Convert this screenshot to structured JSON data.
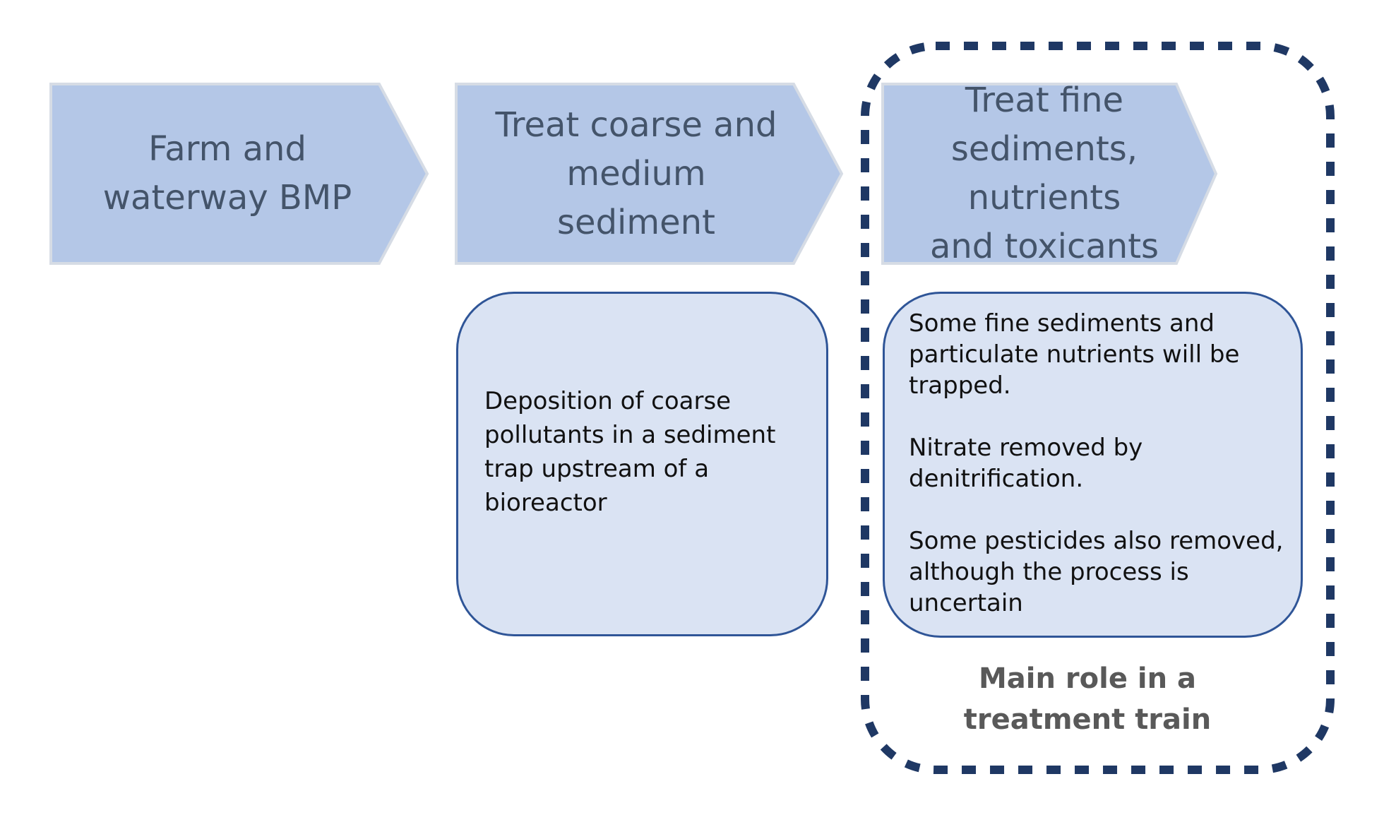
{
  "diagram": {
    "title": "Treatment train",
    "colors": {
      "chevron_fill": "#b4c7e7",
      "chevron_border": "#d6dce5",
      "chevron_text": "#44546a",
      "desc_fill": "#dae3f3",
      "desc_border": "#2f5597",
      "highlight_frame": "#1f3864",
      "caption_text": "#595959"
    },
    "stages": [
      {
        "label": "Farm and\nwaterway BMP"
      },
      {
        "label": "Treat coarse and\nmedium\nsediment",
        "description": "Deposition of coarse\npollutants in a sediment\ntrap upstream of a\nbioreactor"
      },
      {
        "label": "Treat fine\nsediments, nutrients\nand toxicants",
        "description": "Some fine sediments and\nparticulate nutrients will be\ntrapped.\n\nNitrate removed by\ndenitrification.\n\nSome pesticides also removed,\nalthough the process is\nuncertain",
        "highlighted": true
      }
    ],
    "highlight_caption": "Main role in a\ntreatment train"
  }
}
